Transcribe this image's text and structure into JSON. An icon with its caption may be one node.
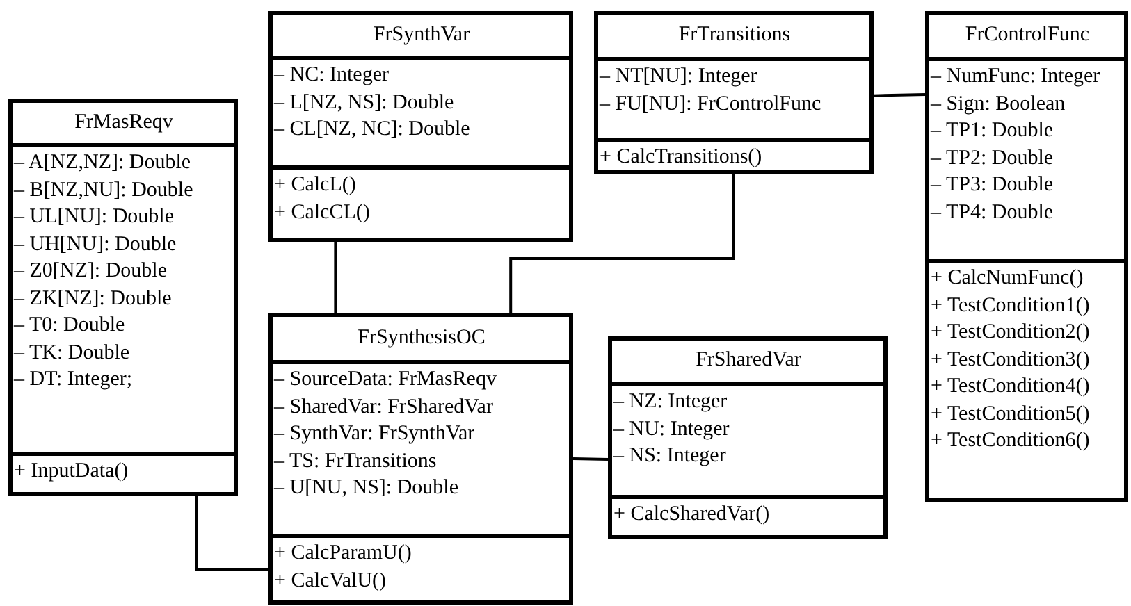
{
  "diagram": {
    "nodes": [
      {
        "text": [
          "FrMasReqv",
          "– A[NZ,NZ]: Double",
          "– B[NZ,NU]: Double",
          "– UL[NU]: Double",
          "– UH[NU]: Double",
          "– Z0[NZ]: Double",
          "– ZK[NZ]: Double",
          "– T0: Double",
          "– TK: Double",
          "– DT: Integer;",
          "+ InputData()"
        ]
      },
      {
        "text": [
          "FrSynthVar",
          "– NC: Integer",
          "– L[NZ, NS]: Double",
          "– CL[NZ, NC]: Double",
          "+ CalcL()",
          "+ CalcCL()"
        ]
      },
      {
        "text": [
          "FrTransitions",
          "– NT[NU]: Integer",
          "– FU[NU]: FrControlFunc",
          "+ CalcTransitions()"
        ]
      },
      {
        "text": [
          "FrControlFunc",
          "– NumFunc: Integer",
          "– Sign: Boolean",
          "– TP1: Double",
          "– TP2: Double",
          "– TP3: Double",
          "– TP4: Double",
          "+ CalcNumFunc()",
          "+ TestCondition1()",
          "+ TestCondition2()",
          "+ TestCondition3()",
          "+ TestCondition4()",
          "+ TestCondition5()",
          "+ TestCondition6()"
        ]
      },
      {
        "text": [
          "FrSynthesisOC",
          "– SourceData: FrMasReqv",
          "– SharedVar: FrSharedVar",
          "– SynthVar: FrSynthVar",
          "– TS: FrTransitions",
          "– U[NU, NS]: Double",
          "+ CalcParamU()",
          "+ CalcValU()"
        ]
      },
      {
        "text": [
          "FrSharedVar",
          "– NZ: Integer",
          "– NU: Integer",
          "– NS: Integer",
          "+ CalcSharedVar()"
        ]
      }
    ],
    "edges": [
      {
        "from": 1,
        "to": 4,
        "arrow": "none"
      },
      {
        "from": 2,
        "to": 4,
        "arrow": "none"
      },
      {
        "from": 2,
        "to": 3,
        "arrow": "none"
      },
      {
        "from": 4,
        "to": 5,
        "arrow": "none"
      },
      {
        "from": 0,
        "to": 4,
        "arrow": "none"
      }
    ]
  }
}
